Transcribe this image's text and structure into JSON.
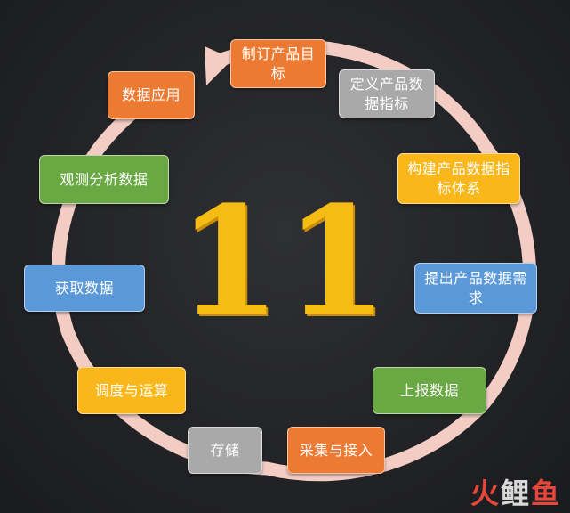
{
  "center_number": "11",
  "steps": [
    {
      "label": "制订产品目标",
      "color": "orange"
    },
    {
      "label": "定义产品数据指标",
      "color": "gray"
    },
    {
      "label": "构建产品数据指标体系",
      "color": "yellow"
    },
    {
      "label": "提出产品数据需求",
      "color": "blue"
    },
    {
      "label": "上报数据",
      "color": "green"
    },
    {
      "label": "采集与接入",
      "color": "orange"
    },
    {
      "label": "存储",
      "color": "gray"
    },
    {
      "label": "调度与运算",
      "color": "yellow"
    },
    {
      "label": "获取数据",
      "color": "blue"
    },
    {
      "label": "观测分析数据",
      "color": "green"
    },
    {
      "label": "数据应用",
      "color": "orange"
    }
  ],
  "watermark": {
    "char_1": "火",
    "char_2": "鲤",
    "char_3": "鱼"
  },
  "colors": {
    "orange": "#ec7a33",
    "gray": "#a9a9a9",
    "yellow": "#f9b719",
    "blue": "#5b98d8",
    "green": "#6aa843",
    "ring": "#f3cdc4",
    "number": "#f5bc14"
  }
}
